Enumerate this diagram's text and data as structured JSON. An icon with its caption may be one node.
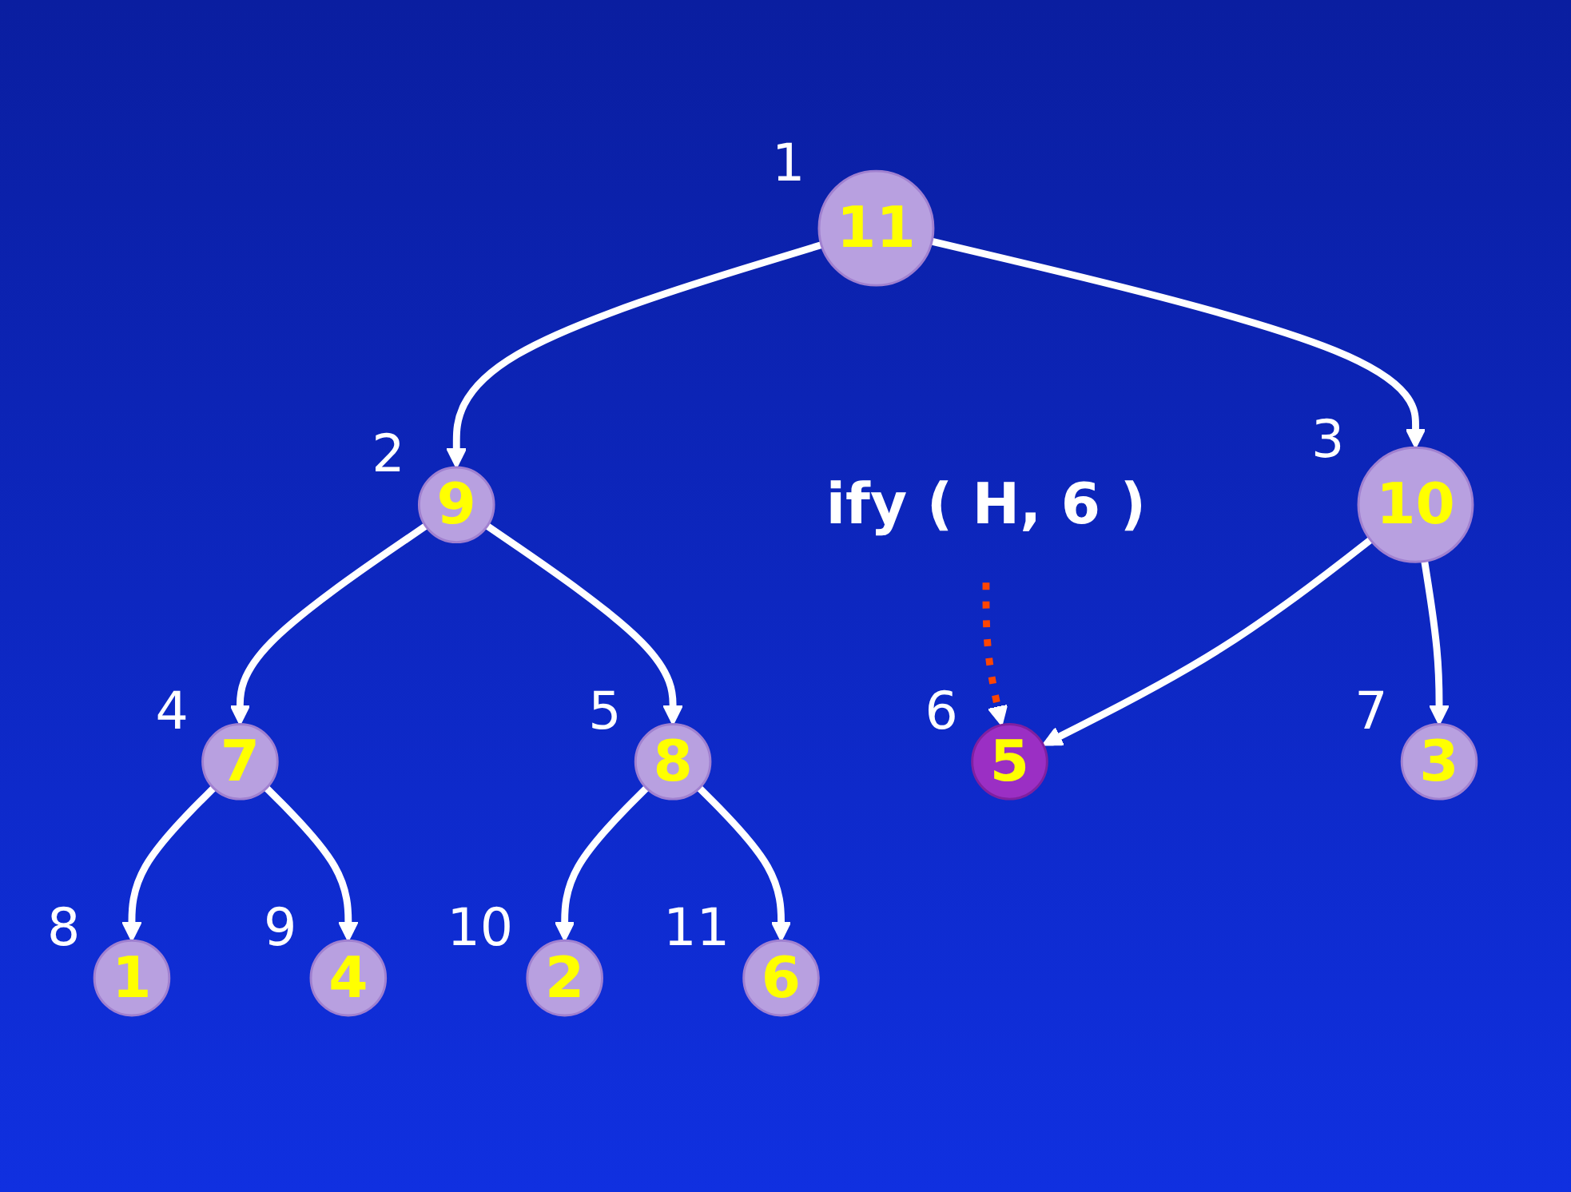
{
  "diagram": {
    "nodes": [
      {
        "text": [
          "ify ( H, 6 )"
        ]
      },
      {
        "text": [
          "11"
        ],
        "beside": [
          "1"
        ]
      },
      {
        "text": [
          "9"
        ],
        "beside": [
          "2"
        ]
      },
      {
        "text": [
          "10"
        ],
        "beside": [
          "3"
        ]
      },
      {
        "text": [
          "7"
        ],
        "beside": [
          "4"
        ]
      },
      {
        "text": [
          "8"
        ],
        "beside": [
          "5"
        ]
      },
      {
        "text": [
          "5"
        ],
        "beside": [
          "6"
        ]
      },
      {
        "text": [
          "3"
        ],
        "beside": [
          "7"
        ]
      },
      {
        "text": [
          "1"
        ],
        "beside": [
          "8"
        ]
      },
      {
        "text": [
          "4"
        ],
        "beside": [
          "9"
        ]
      },
      {
        "text": [
          "2"
        ],
        "beside": [
          "10"
        ]
      },
      {
        "text": [
          "6"
        ],
        "beside": [
          "11"
        ]
      }
    ],
    "edges": [
      {
        "from": 1,
        "to": 2,
        "arrow": "to"
      },
      {
        "from": 1,
        "to": 3,
        "arrow": "to"
      },
      {
        "from": 2,
        "to": 4,
        "arrow": "to"
      },
      {
        "from": 2,
        "to": 5,
        "arrow": "to"
      },
      {
        "from": 3,
        "to": 6,
        "arrow": "to"
      },
      {
        "from": 3,
        "to": 7,
        "arrow": "to"
      },
      {
        "from": 4,
        "to": 8,
        "arrow": "to"
      },
      {
        "from": 4,
        "to": 9,
        "arrow": "to"
      },
      {
        "from": 5,
        "to": 10,
        "arrow": "to"
      },
      {
        "from": 5,
        "to": 11,
        "arrow": "to"
      },
      {
        "from": 0,
        "to": 6,
        "arrow": "to",
        "style": "dashed",
        "color": "#ff4500"
      }
    ]
  }
}
